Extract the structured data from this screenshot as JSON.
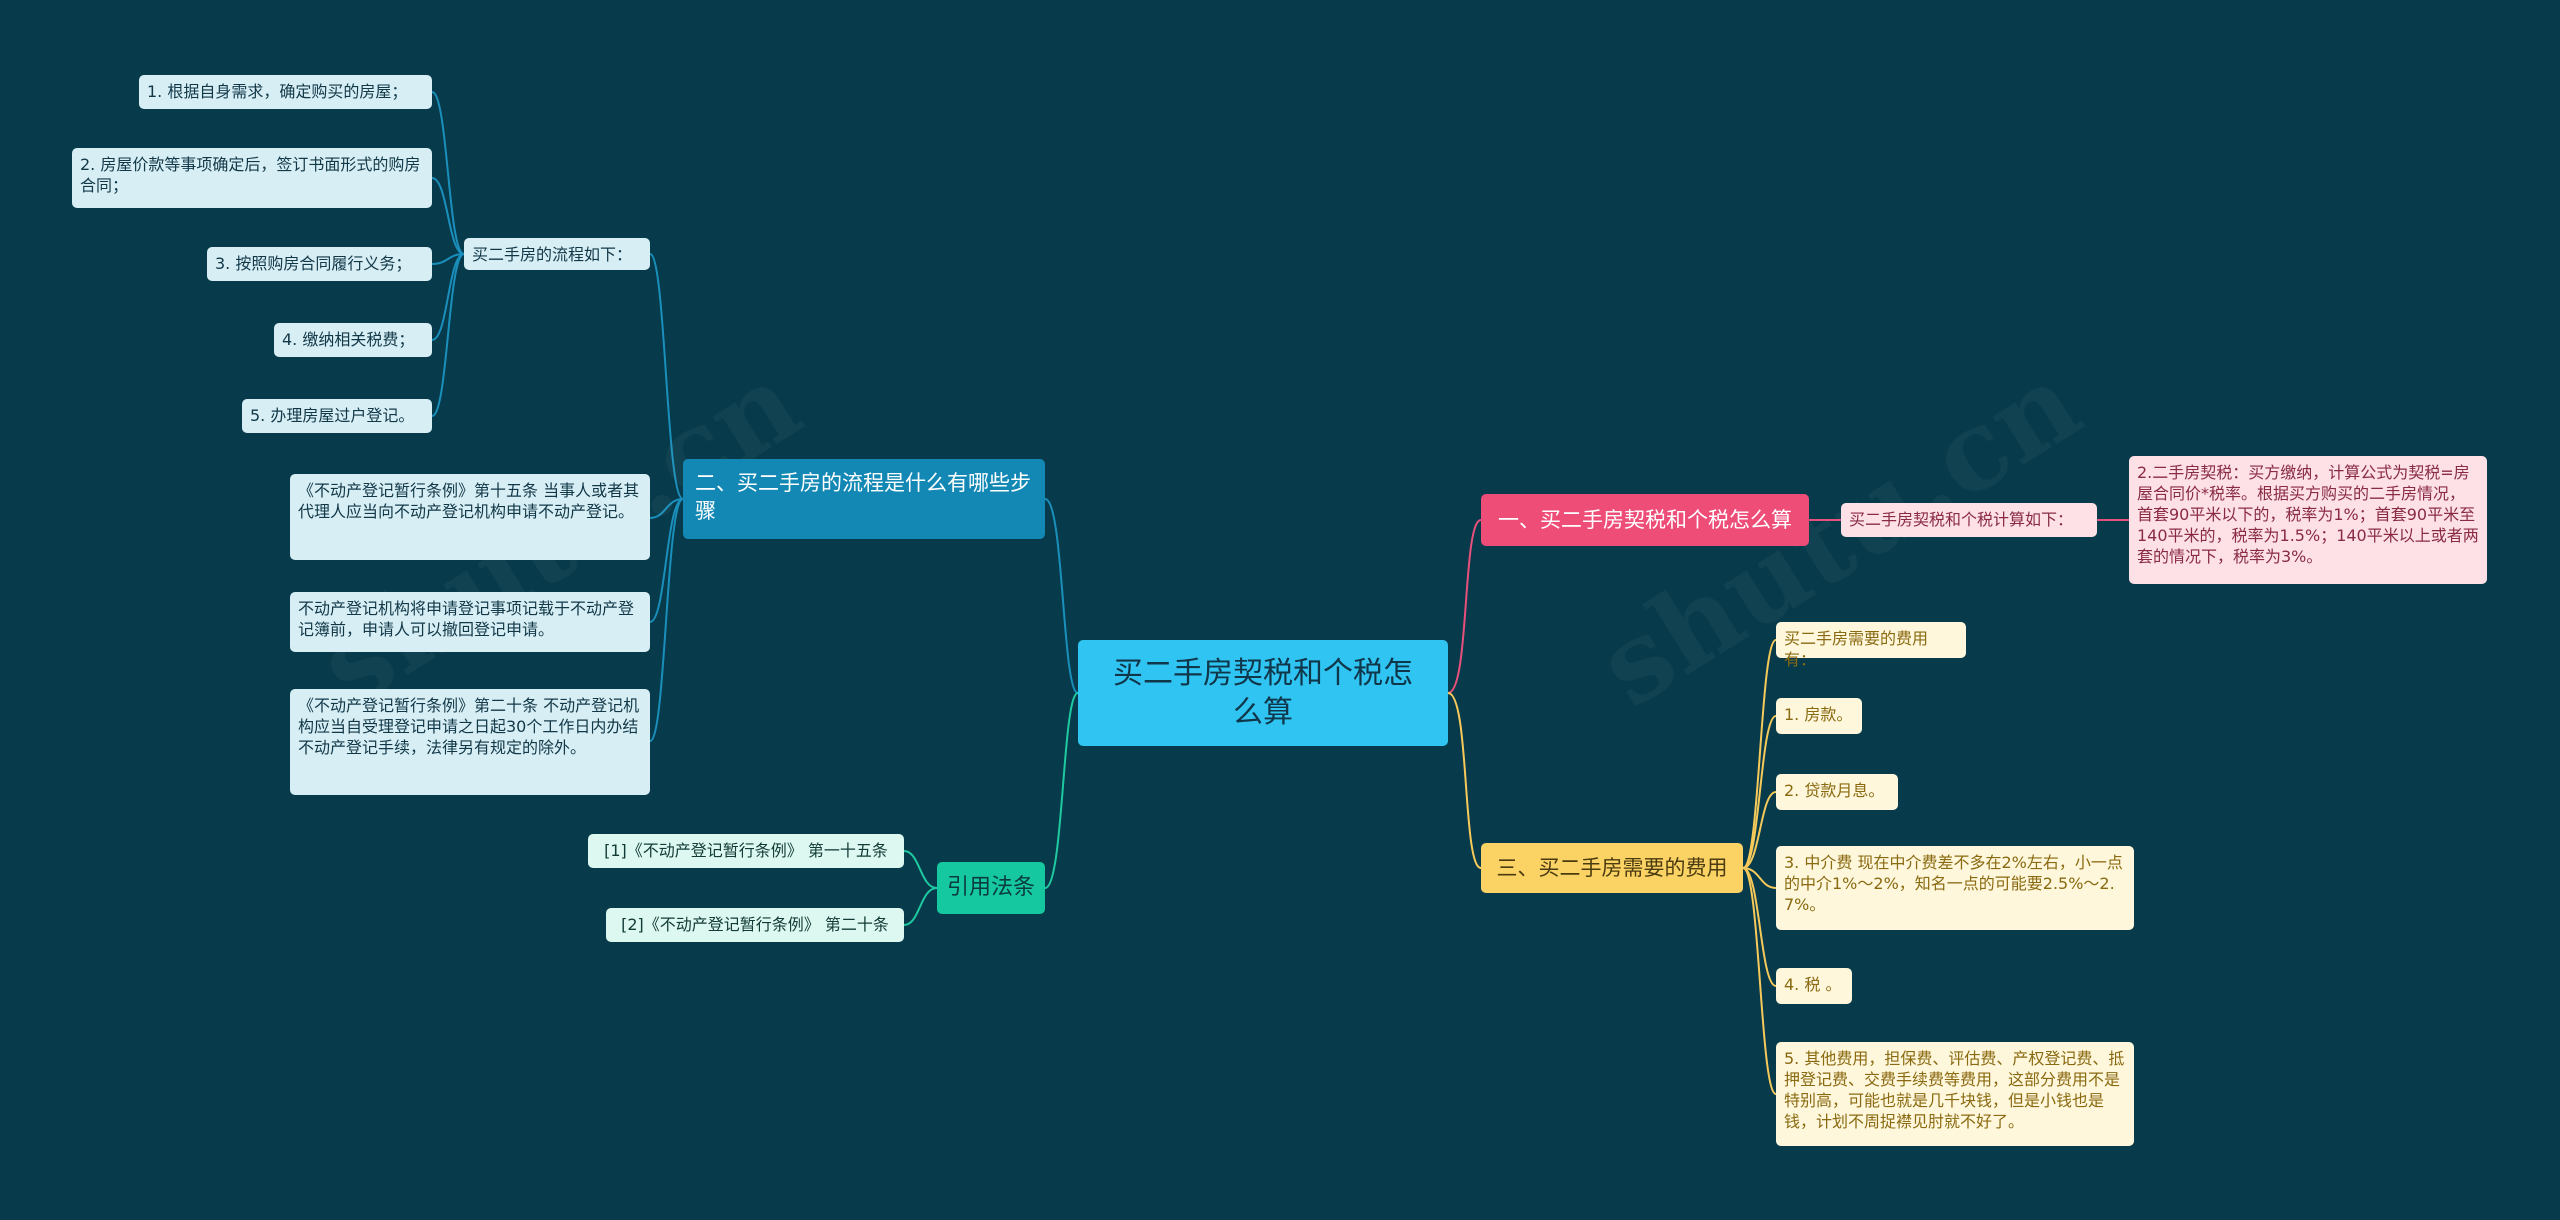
{
  "watermark": "shutu.cn",
  "colors": {
    "background": "#073a4b",
    "central": "#30c4f2",
    "blue_branch": "#1488b4",
    "green_branch": "#16c8a0",
    "pink_branch": "#ee4d78",
    "yellow_branch": "#fbd264"
  },
  "central": {
    "text": "买二手房契税和个税怎么算"
  },
  "branch_blue": {
    "title": "二、买二手房的流程是什么有哪些步骤",
    "sub": "买二手房的流程如下：",
    "steps": [
      "1. 根据自身需求，确定购买的房屋；",
      "2. 房屋价款等事项确定后，签订书面形式的购房合同；",
      "3. 按照购房合同履行义务；",
      "4. 缴纳相关税费；",
      "5. 办理房屋过户登记。"
    ],
    "notes": [
      "《不动产登记暂行条例》第十五条 当事人或者其代理人应当向不动产登记机构申请不动产登记。",
      "不动产登记机构将申请登记事项记载于不动产登记簿前，申请人可以撤回登记申请。",
      "《不动产登记暂行条例》第二十条 不动产登记机构应当自受理登记申请之日起30个工作日内办结不动产登记手续，法律另有规定的除外。"
    ]
  },
  "branch_green": {
    "title": "引用法条",
    "items": [
      "[1]《不动产登记暂行条例》 第一十五条",
      "[2]《不动产登记暂行条例》 第二十条"
    ]
  },
  "branch_pink": {
    "title": "一、买二手房契税和个税怎么算",
    "sub": "买二手房契税和个税计算如下：",
    "detail": "2.二手房契税：买方缴纳，计算公式为契税=房屋合同价*税率。根据买方购买的二手房情况，首套90平米以下的，税率为1%；首套90平米至140平米的，税率为1.5%；140平米以上或者两套的情况下，税率为3%。"
  },
  "branch_yellow": {
    "title": "三、买二手房需要的费用",
    "items": [
      "买二手房需要的费用有：",
      "1. 房款。",
      "2. 贷款月息。",
      "3. 中介费 现在中介费差不多在2%左右，小一点的中介1%～2%，知名一点的可能要2.5%～2.7%。",
      "4. 税 。",
      "5. 其他费用，担保费、评估费、产权登记费、抵押登记费、交费手续费等费用，这部分费用不是特别高，可能也就是几千块钱，但是小钱也是钱，计划不周捉襟见肘就不好了。"
    ]
  }
}
